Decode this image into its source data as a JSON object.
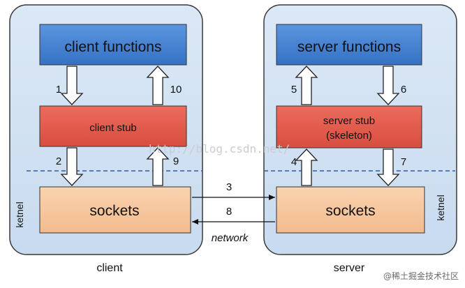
{
  "client": {
    "panel_label": "client",
    "kernel_label": "ketnel",
    "functions_label": "client functions",
    "stub_label": "client stub",
    "sockets_label": "sockets",
    "arrow_labels": {
      "down_1": "1",
      "up_10": "10",
      "down_2": "2",
      "up_9": "9"
    }
  },
  "server": {
    "panel_label": "server",
    "kernel_label": "ketnel",
    "functions_label": "server functions",
    "stub_label_line1": "server stub",
    "stub_label_line2": "(skeleton)",
    "sockets_label": "sockets",
    "arrow_labels": {
      "up_5": "5",
      "down_6": "6",
      "up_4": "4",
      "down_7": "7"
    }
  },
  "network": {
    "label": "network",
    "arrow_to_server": "3",
    "arrow_to_client": "8"
  },
  "watermarks": {
    "url": "http://blog.csdn.net/",
    "credit": "@稀土掘金技术社区"
  },
  "colors": {
    "panel_fill": "#cfe0f2",
    "functions_fill": "#3f7fd0",
    "stub_fill": "#e05a4c",
    "sockets_fill": "#f7c69e",
    "kernel_line": "#2f5d9e"
  }
}
